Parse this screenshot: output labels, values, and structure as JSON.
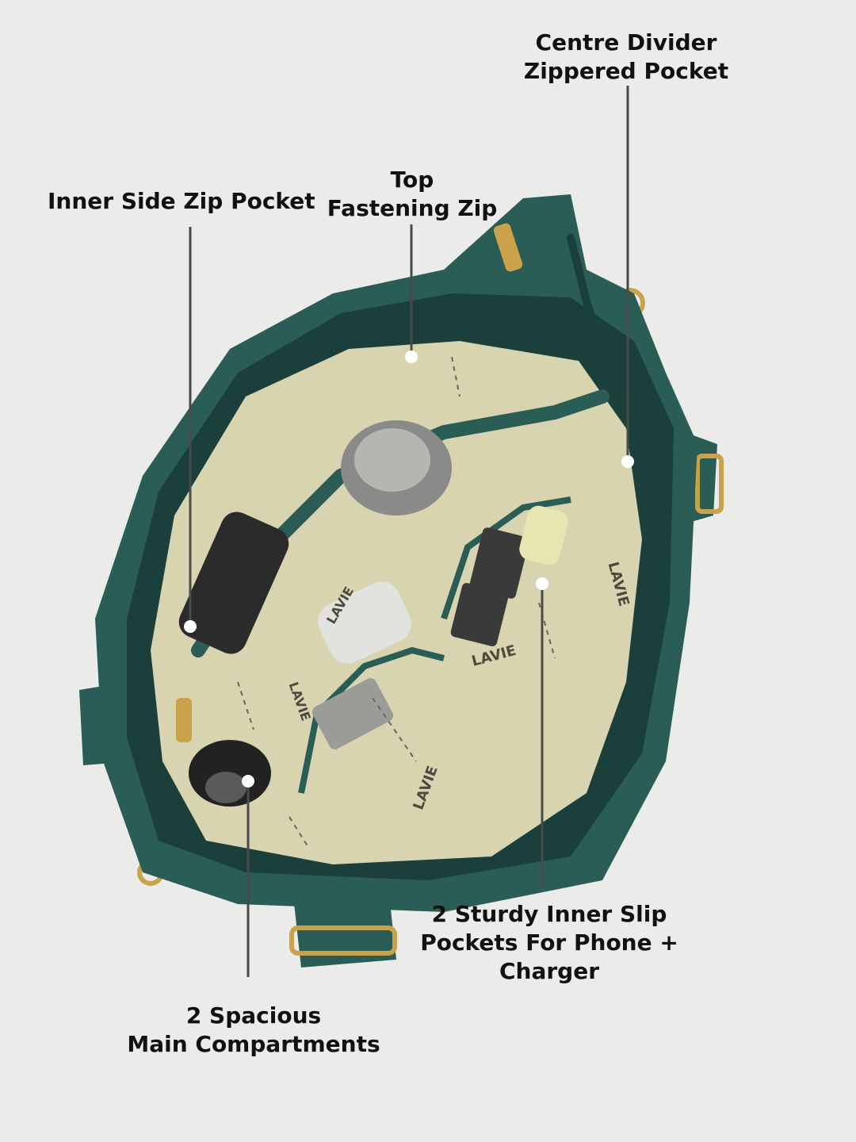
{
  "colors": {
    "background": "#ebebe9",
    "bag_leather": "#2a5d55",
    "bag_leather_dark": "#1b3f3a",
    "lining": "#d8d4b0",
    "callout_line": "#4a4a4a",
    "callout_dot": "#ffffff",
    "hardware_gold": "#c9a24a"
  },
  "brand": {
    "lining_print": "LAVIE"
  },
  "callouts": [
    {
      "id": "centre-divider",
      "lines": [
        "Centre Divider",
        "Zippered Pocket"
      ]
    },
    {
      "id": "inner-side-zip",
      "lines": [
        "Inner Side Zip Pocket"
      ]
    },
    {
      "id": "top-fastening",
      "lines": [
        "Top",
        "Fastening Zip"
      ]
    },
    {
      "id": "inner-slip",
      "lines": [
        "2 Sturdy Inner Slip",
        "Pockets For Phone +",
        "Charger"
      ]
    },
    {
      "id": "main-compartments",
      "lines": [
        "2 Spacious",
        "Main Compartments"
      ]
    }
  ]
}
